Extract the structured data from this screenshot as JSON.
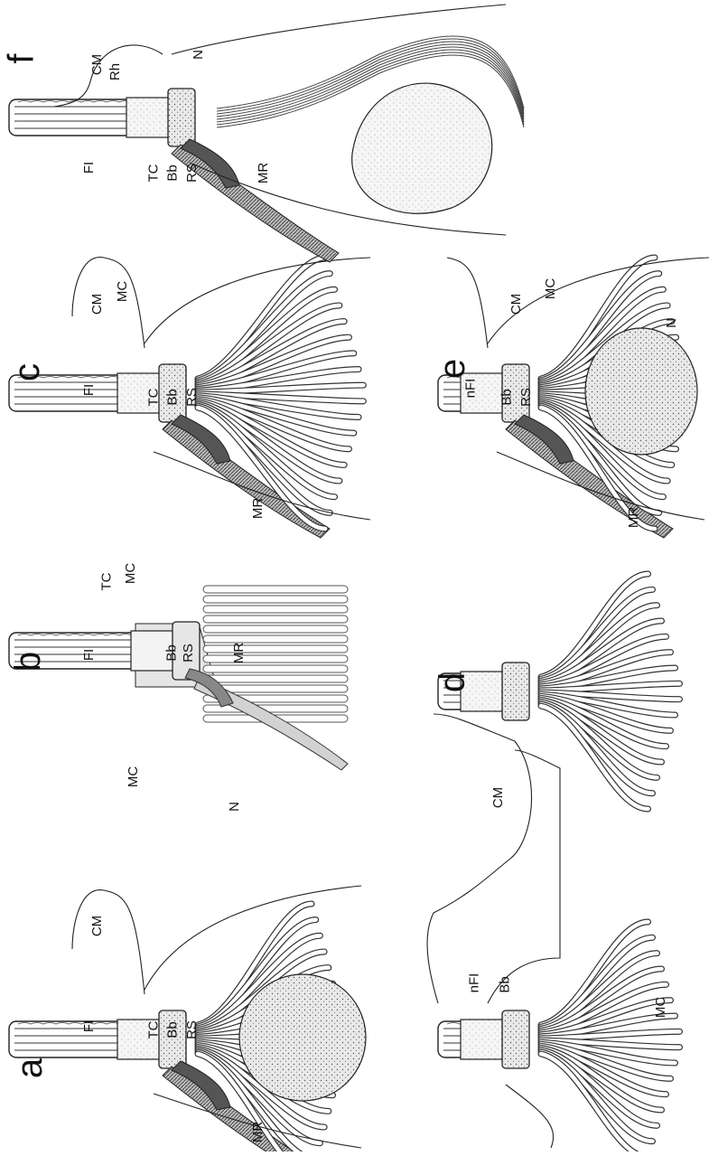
{
  "figure": {
    "panels": {
      "a": "a",
      "b": "b",
      "c": "c",
      "d": "d",
      "e": "e",
      "f": "f"
    },
    "labels": {
      "a": {
        "FI": "FI",
        "TC": "TC",
        "Bb": "Bb",
        "RS": "RS",
        "MR": "MR",
        "CM": "CM",
        "MC": "MC",
        "N": "N"
      },
      "b": {
        "FI": "FI",
        "TC": "TC",
        "Bb": "Bb",
        "RS": "RS",
        "MR": "MR",
        "MC": "MC"
      },
      "c": {
        "FI": "FI",
        "TC": "TC",
        "Bb": "Bb",
        "RS": "RS",
        "MR": "MR",
        "CM": "CM",
        "MC": "MC"
      },
      "d": {
        "nFI": "nFI",
        "Bb": "Bb",
        "CM": "CM",
        "MC": "MC"
      },
      "e": {
        "nFI": "nFI",
        "Bb": "Bb",
        "RS": "RS",
        "MR": "MR",
        "CM": "CM",
        "MC": "MC",
        "N": "N"
      },
      "f": {
        "FI": "FI",
        "TC": "TC",
        "Bb": "Bb",
        "RS": "RS",
        "MR": "MR",
        "CM": "CM",
        "Rh": "Rh",
        "N": "N"
      }
    }
  }
}
